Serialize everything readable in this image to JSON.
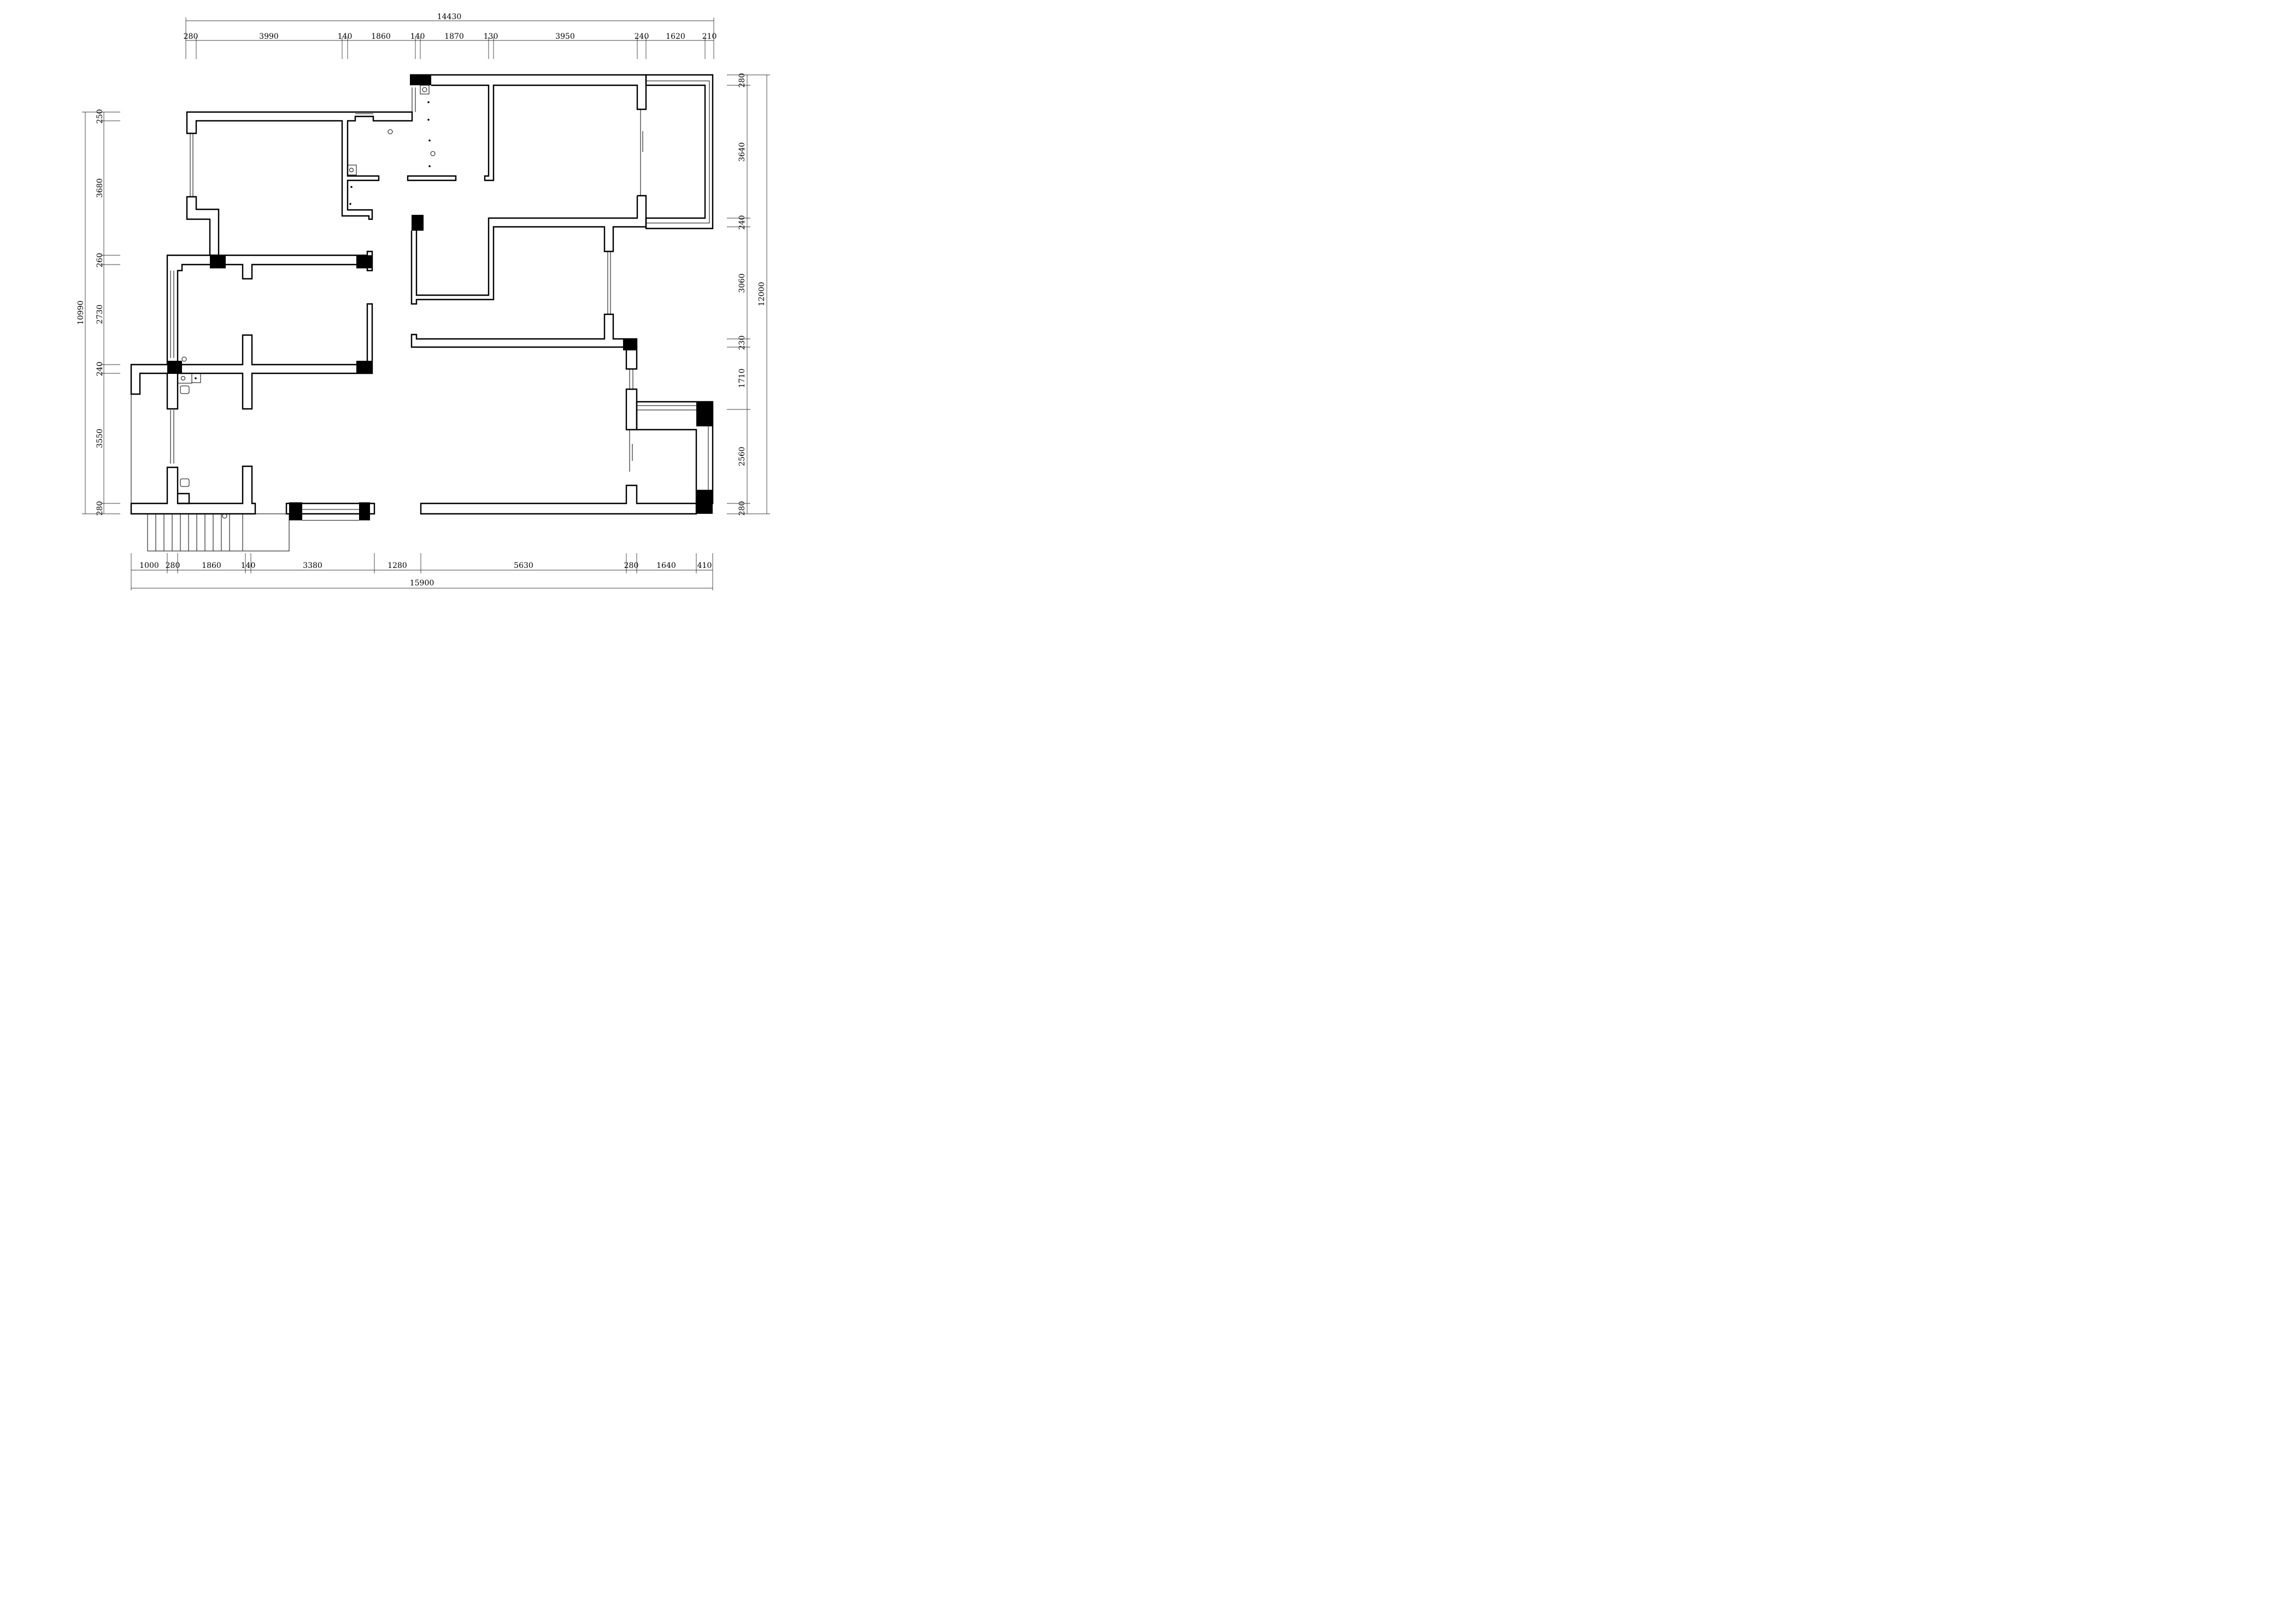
{
  "dimensions": {
    "top": {
      "total": "14430",
      "segments": [
        "280",
        "3990",
        "140",
        "1860",
        "140",
        "1870",
        "130",
        "3950",
        "240",
        "1620",
        "210"
      ]
    },
    "bottom": {
      "total": "15900",
      "segments": [
        "1000",
        "280",
        "1860",
        "140",
        "3380",
        "1280",
        "5630",
        "280",
        "1640",
        "410"
      ]
    },
    "left": {
      "total": "10990",
      "segments": [
        "250",
        "3680",
        "260",
        "2730",
        "240",
        "3550",
        "280"
      ]
    },
    "right": {
      "total": "12000",
      "segments": [
        "280",
        "3640",
        "240",
        "3060",
        "230",
        "1710",
        "2560",
        "280"
      ]
    }
  }
}
